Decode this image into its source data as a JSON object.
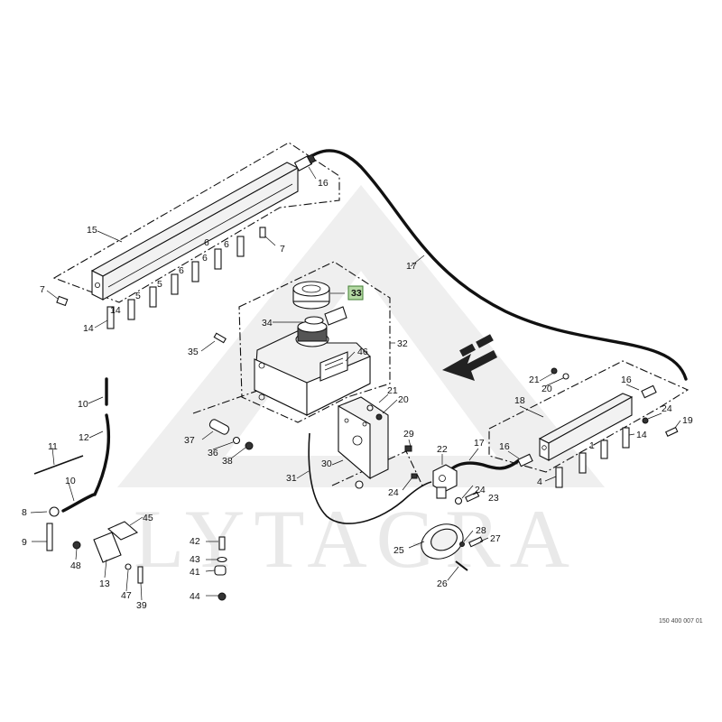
{
  "watermark": "LYTAGRA",
  "drawing_code": "150 400 007 01",
  "highlight": {
    "label": "33",
    "fill": "#b5d9a4",
    "stroke": "#3f7d32"
  },
  "labels": {
    "l1": "1",
    "l4": "4",
    "l5a": "5",
    "l5b": "5",
    "l6a": "6",
    "l6b": "6",
    "l6c": "6",
    "l6d": "6",
    "l7a": "7",
    "l7b": "7",
    "l8": "8",
    "l9": "9",
    "l10a": "10",
    "l10b": "10",
    "l11": "11",
    "l12": "12",
    "l13": "13",
    "l14a": "14",
    "l14b": "14",
    "l14c": "14",
    "l15": "15",
    "l16a": "16",
    "l16b": "16",
    "l16c": "16",
    "l17a": "17",
    "l17b": "17",
    "l18": "18",
    "l19": "19",
    "l20a": "20",
    "l20b": "20",
    "l21a": "21",
    "l21b": "21",
    "l22": "22",
    "l23": "23",
    "l24a": "24",
    "l24b": "24",
    "l24c": "24",
    "l25": "25",
    "l26": "26",
    "l27": "27",
    "l28": "28",
    "l29": "29",
    "l30": "30",
    "l31": "31",
    "l32": "32",
    "l33": "33",
    "l34": "34",
    "l35": "35",
    "l36": "36",
    "l37": "37",
    "l38": "38",
    "l39": "39",
    "l41": "41",
    "l42": "42",
    "l43": "43",
    "l44": "44",
    "l45": "45",
    "l46": "46",
    "l47": "47",
    "l48": "48"
  }
}
